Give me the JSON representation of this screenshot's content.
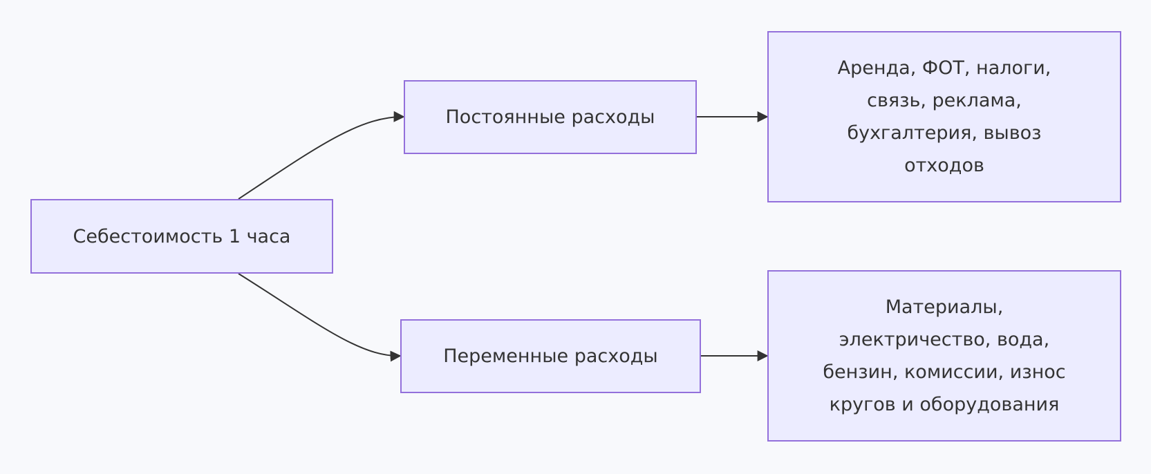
{
  "colors": {
    "background": "#f8f9fc",
    "node_fill": "#ececff",
    "node_border": "#9370db",
    "edge": "#333333",
    "text": "#333333"
  },
  "nodes": {
    "root": {
      "label": "Себестоимость 1 часа"
    },
    "fixed": {
      "label": "Постоянные расходы"
    },
    "variable": {
      "label": "Переменные расходы"
    },
    "fixed_items": {
      "lines": [
        "Аренда, ФОТ, налоги,",
        "связь, реклама,",
        "бухгалтерия, вывоз",
        "отходов"
      ]
    },
    "variable_items": {
      "lines": [
        "Материалы,",
        "электричество, вода,",
        "бензин, комиссии, износ",
        "кругов и оборудования"
      ]
    }
  }
}
